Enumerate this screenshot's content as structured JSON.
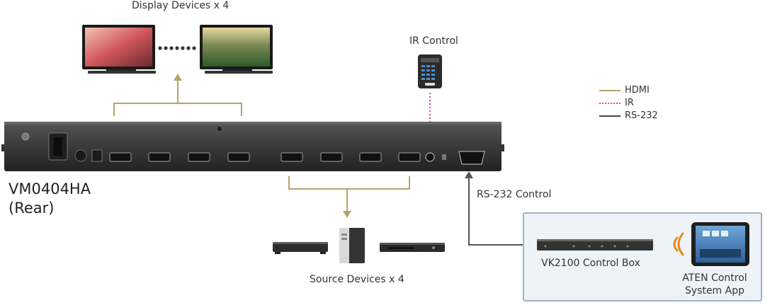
{
  "labels": {
    "display_devices": "Display Devices x 4",
    "ir_control": "IR Control",
    "model_name": "VM0404HA",
    "model_view": "(Rear)",
    "rs232_control": "RS-232 Control",
    "source_devices": "Source Devices x 4",
    "control_box": "VK2100 Control Box",
    "app_line1": "ATEN Control",
    "app_line2": "System App"
  },
  "legend": [
    {
      "label": "HDMI",
      "color": "#b5a46a",
      "style": "solid"
    },
    {
      "label": "IR",
      "color": "#d6489c",
      "style": "dotted"
    },
    {
      "label": "RS-232",
      "color": "#444444",
      "style": "solid"
    }
  ],
  "colors": {
    "hdmi": "#b5a46a",
    "ir": "#d6489c",
    "rs232": "#555555",
    "device_body": "#3a3a3a",
    "panel_bg": "#eef3f8",
    "panel_border": "#9fb3c8"
  },
  "icons": [
    "tv-icon",
    "remote-icon",
    "bluray-player-icon",
    "pc-tower-icon",
    "dvd-player-icon",
    "control-box-icon",
    "wireless-signal-icon",
    "tablet-icon"
  ]
}
